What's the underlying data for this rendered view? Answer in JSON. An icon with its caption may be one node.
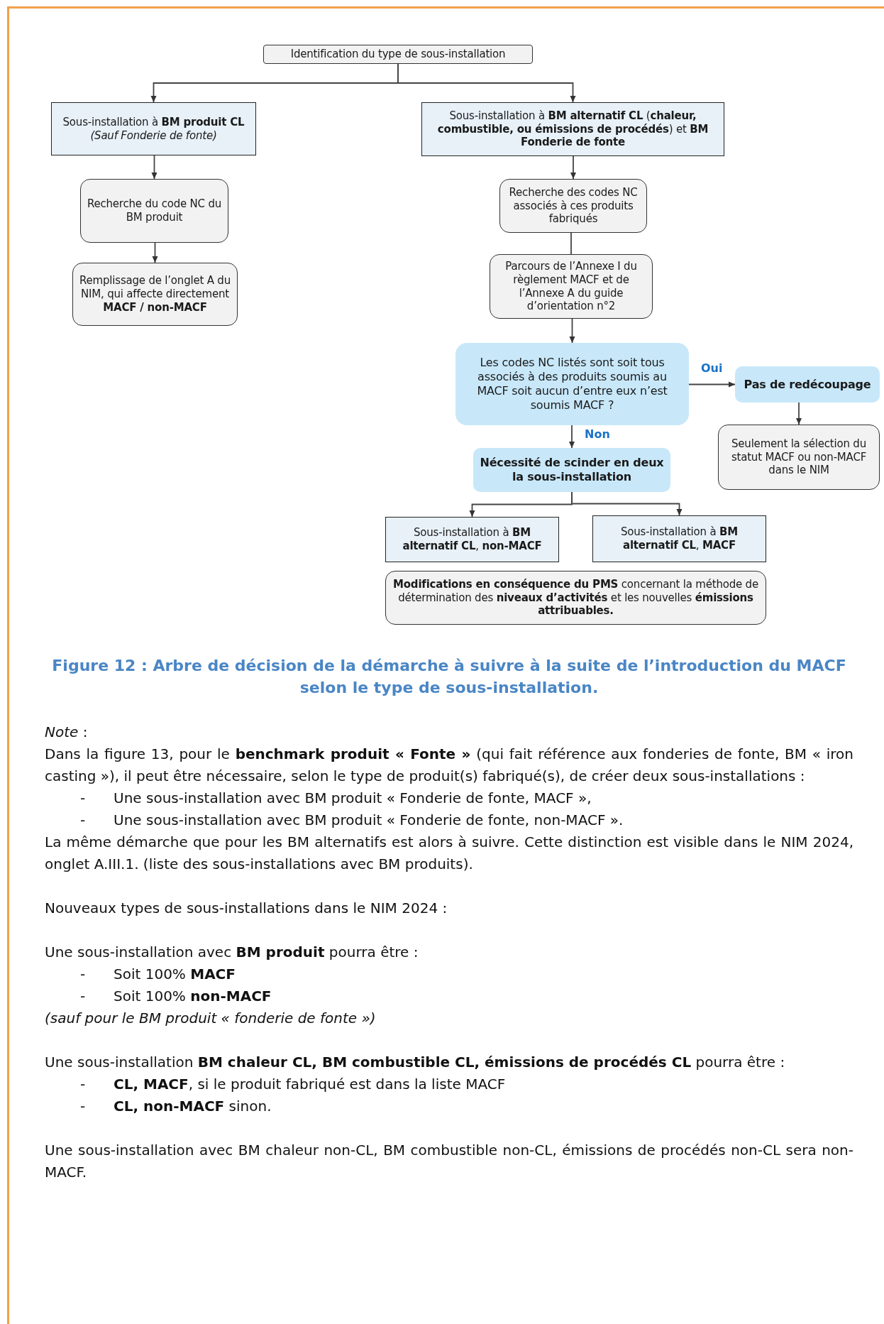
{
  "diagram": {
    "caption": "Figure 12 : Arbre de décision de la démarche à suivre à la suite de l’introduction du MACF selon le type de sous-installation.",
    "nodes": [
      {
        "text": [
          "Identification du type de sous-installation"
        ]
      },
      {
        "text": [
          "Sous-installation à **BM produit CL** *(Sauf Fonderie de fonte)*"
        ]
      },
      {
        "text": [
          "Sous-installation à **BM alternatif CL** (**chaleur, combustible, ou émissions de procédés**) et **BM Fonderie de fonte**"
        ]
      },
      {
        "text": [
          "Recherche du code NC du BM produit"
        ]
      },
      {
        "text": [
          "Remplissage de l’onglet A du NIM, qui affecte directement **MACF / non-MACF**"
        ]
      },
      {
        "text": [
          "Recherche des codes NC associés à ces produits fabriqués"
        ]
      },
      {
        "text": [
          "Parcours de l’Annexe I du règlement MACF et de l’Annexe A du guide d’orientation n°2"
        ]
      },
      {
        "text": [
          "Les codes NC listés sont soit tous associés à des produits soumis au MACF soit aucun d’entre eux n’est soumis MACF ?"
        ]
      },
      {
        "text": [
          "Pas de redécoupage"
        ]
      },
      {
        "text": [
          "Seulement la sélection du statut MACF ou non-MACF dans le NIM"
        ]
      },
      {
        "text": [
          "Nécessité de scinder en deux la sous-installation"
        ]
      },
      {
        "text": [
          "Sous-installation à **BM alternatif CL**, **non-MACF**"
        ]
      },
      {
        "text": [
          "Sous-installation à **BM alternatif CL**, **MACF**"
        ]
      },
      {
        "text": [
          "**Modifications en conséquence du PMS** concernant la méthode de détermination des **niveaux d’activités** et les nouvelles **émissions attribuables.**"
        ]
      }
    ],
    "edges": [
      {
        "from": 0,
        "to": 1,
        "arrow": "to"
      },
      {
        "from": 0,
        "to": 2,
        "arrow": "to"
      },
      {
        "from": 1,
        "to": 3,
        "arrow": "to"
      },
      {
        "from": 3,
        "to": 4,
        "arrow": "to"
      },
      {
        "from": 2,
        "to": 5,
        "arrow": "to"
      },
      {
        "from": 5,
        "to": 6,
        "arrow": "none"
      },
      {
        "from": 6,
        "to": 7,
        "arrow": "to"
      },
      {
        "from": 7,
        "to": 8,
        "arrow": "to",
        "label": "Oui"
      },
      {
        "from": 8,
        "to": 9,
        "arrow": "to"
      },
      {
        "from": 7,
        "to": 10,
        "arrow": "to",
        "label": "Non"
      },
      {
        "from": 10,
        "to": 11,
        "arrow": "to"
      },
      {
        "from": 10,
        "to": 12,
        "arrow": "to"
      }
    ],
    "labels": [
      "*Note* :",
      "Dans la figure 13, pour le **benchmark produit « Fonte »** (qui fait référence aux fonderies de fonte, BM « iron casting »), il peut être nécessaire, selon le type de produit(s) fabriqué(s), de créer deux sous-installations :",
      "-",
      "Une sous-installation avec BM produit « Fonderie de fonte, MACF »,",
      "-",
      "Une sous-installation avec BM produit « Fonderie de fonte, non-MACF ».",
      "La même démarche que pour les BM alternatifs est alors à suivre. Cette distinction est visible dans le NIM 2024, onglet A.III.1. (liste des sous-installations avec BM produits).",
      "Nouveaux types de sous-installations dans le NIM 2024 :",
      "Une sous-installation avec **BM produit** pourra être :",
      "-",
      "Soit 100% **MACF**",
      "-",
      "Soit 100% **non-MACF**",
      "(sauf pour le BM produit « fonderie de fonte »)",
      "Une sous-installation **BM chaleur CL, BM combustible CL, émissions de procédés CL** pourra être :",
      "-",
      "**CL, MACF**, si le produit fabriqué est dans la liste MACF",
      "-",
      "**CL, non-MACF** sinon.",
      "Une sous-installation avec BM chaleur non-CL, BM combustible non-CL, émissions de procédés non-CL sera non-MACF."
    ]
  }
}
